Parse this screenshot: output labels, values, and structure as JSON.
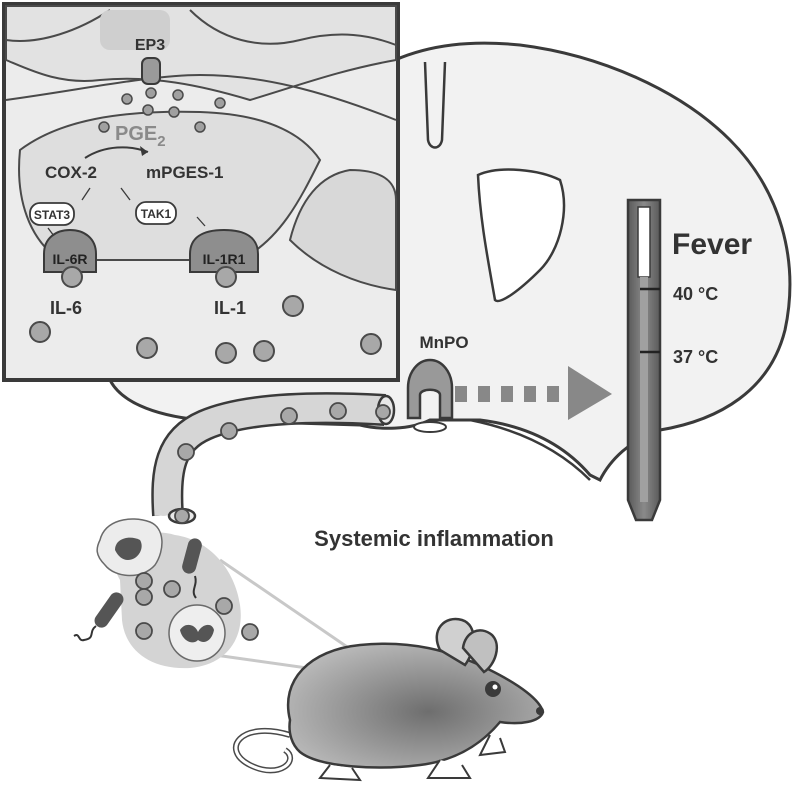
{
  "labels": {
    "ep3": "EP3",
    "pge2_main": "PGE",
    "pge2_sub": "2",
    "cox2": "COX-2",
    "mpges1": "mPGES-1",
    "stat3": "STAT3",
    "tak1": "TAK1",
    "il6r": "IL-6R",
    "il1r1": "IL-1R1",
    "il6": "IL-6",
    "il1": "IL-1",
    "mnpo": "MnPO",
    "fever": "Fever",
    "temp_high": "40 °C",
    "temp_low": "37 °C",
    "systemic": "Systemic inflammation"
  },
  "colors": {
    "outline": "#3a3a3a",
    "brain_fill": "#f2f2f2",
    "inset_fill": "#e8e8e8",
    "tissue_fill": "#dadada",
    "receptor_fill": "#8e8e8e",
    "cytokine_fill": "#a8a8a8",
    "text_dark": "#333333",
    "text_pge": "#8a8a8a",
    "arrow_fill": "#888888"
  },
  "icons": {
    "thermometer": "thermometer-icon",
    "mouse": "mouse-icon",
    "bacteria": "bacteria-icon",
    "macrophage": "macrophage-icon",
    "neutrophil": "neutrophil-icon",
    "blood_vessel": "blood-vessel-icon"
  }
}
